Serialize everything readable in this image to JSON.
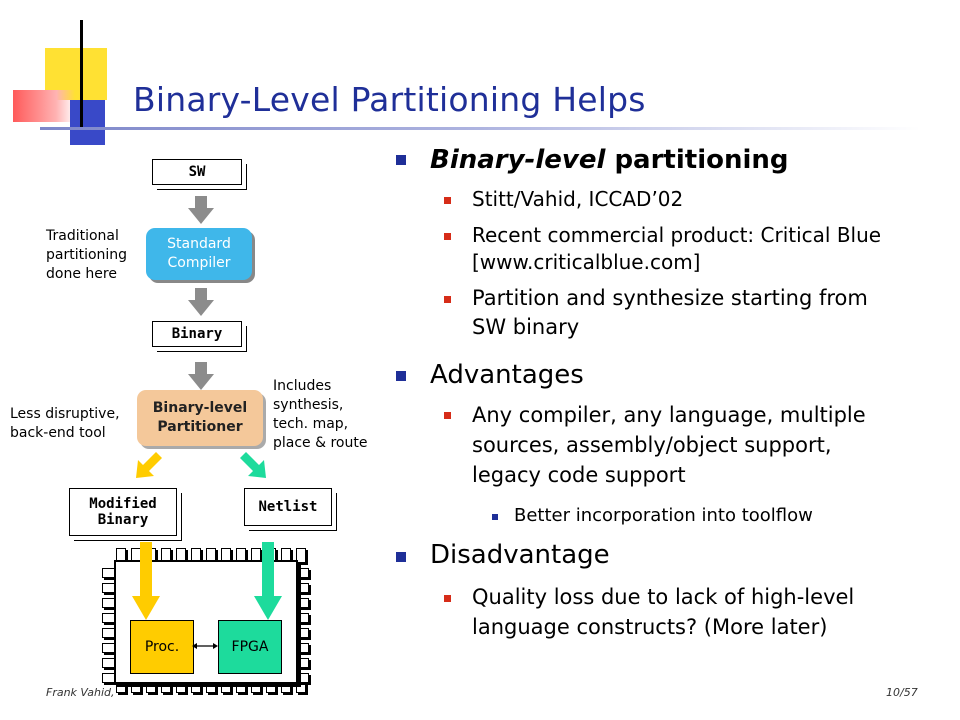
{
  "slide": {
    "title": "Binary-Level Partitioning Helps"
  },
  "diagram": {
    "sw_label": "SW",
    "compiler_label_line1": "Standard",
    "compiler_label_line2": "Compiler",
    "binary_label": "Binary",
    "partitioner_line1": "Binary-level",
    "partitioner_line2": "Partitioner",
    "modified_line1": "Modified",
    "modified_line2": "Binary",
    "netlist_label": "Netlist",
    "proc_label": "Proc.",
    "fpga_label": "FPGA",
    "note_traditional": [
      "Traditional",
      "partitioning",
      "done here"
    ],
    "note_less": [
      "Less disruptive,",
      "back-end tool"
    ],
    "note_includes": [
      "Includes",
      "synthesis,",
      "tech. map,",
      "place & route"
    ],
    "colors": {
      "compiler": "#3fb7ea",
      "partitioner": "#f4c89a",
      "proc": "#ffcc00",
      "fpga": "#1ddb9c",
      "arrow_gray": "#8c8c8c"
    }
  },
  "bullets": {
    "b1_italic": "Binary-level",
    "b1_rest": " partitioning",
    "b1_sub1": "Stitt/Vahid, ICCAD’02",
    "b1_sub2_line1": "Recent commercial product: Critical Blue",
    "b1_sub2_line2": "[www.criticalblue.com]",
    "b1_sub3_line1": "Partition and synthesize starting from",
    "b1_sub3_line2": "SW binary",
    "b2": "Advantages",
    "b2_sub1_line1": "Any compiler, any language, multiple",
    "b2_sub1_line2": "sources, assembly/object support,",
    "b2_sub1_line3": "legacy code support",
    "b2_sub1_sub1": "Better incorporation into toolflow",
    "b3": "Disadvantage",
    "b3_sub1_line1": "Quality loss due to lack of high-level",
    "b3_sub1_line2": "language constructs? (More later)"
  },
  "footer": {
    "author": "Frank Vahid,",
    "page": "10/57"
  }
}
